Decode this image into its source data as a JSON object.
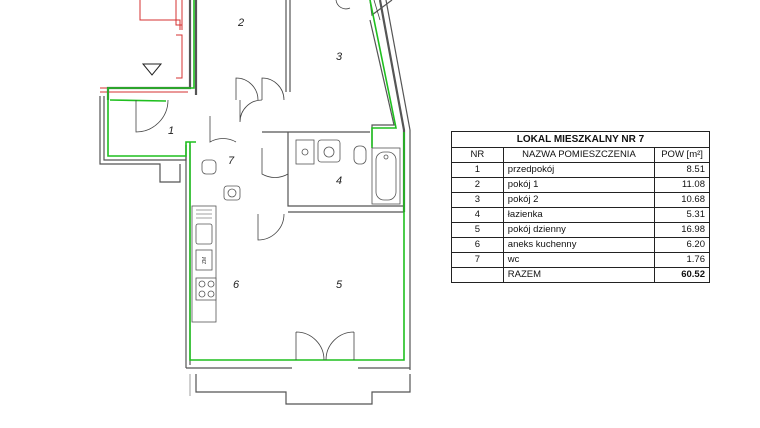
{
  "plan": {
    "room_labels": [
      "1",
      "2",
      "3",
      "4",
      "5",
      "6",
      "7"
    ],
    "appliance_label": "ZM"
  },
  "table": {
    "title": "LOKAL MIESZKALNY NR 7",
    "headers": {
      "nr": "NR",
      "name": "NAZWA POMIESZCZENIA",
      "area": "POW [m²]"
    },
    "rows": [
      {
        "nr": "1",
        "name": "przedpokój",
        "area": "8.51"
      },
      {
        "nr": "2",
        "name": "pokój 1",
        "area": "11.08"
      },
      {
        "nr": "3",
        "name": "pokój 2",
        "area": "10.68"
      },
      {
        "nr": "4",
        "name": "łazienka",
        "area": "5.31"
      },
      {
        "nr": "5",
        "name": "pokój dzienny",
        "area": "16.98"
      },
      {
        "nr": "6",
        "name": "aneks kuchenny",
        "area": "6.20"
      },
      {
        "nr": "7",
        "name": "wc",
        "area": "1.76"
      }
    ],
    "total": {
      "label": "RAZEM",
      "area": "60.52"
    }
  }
}
